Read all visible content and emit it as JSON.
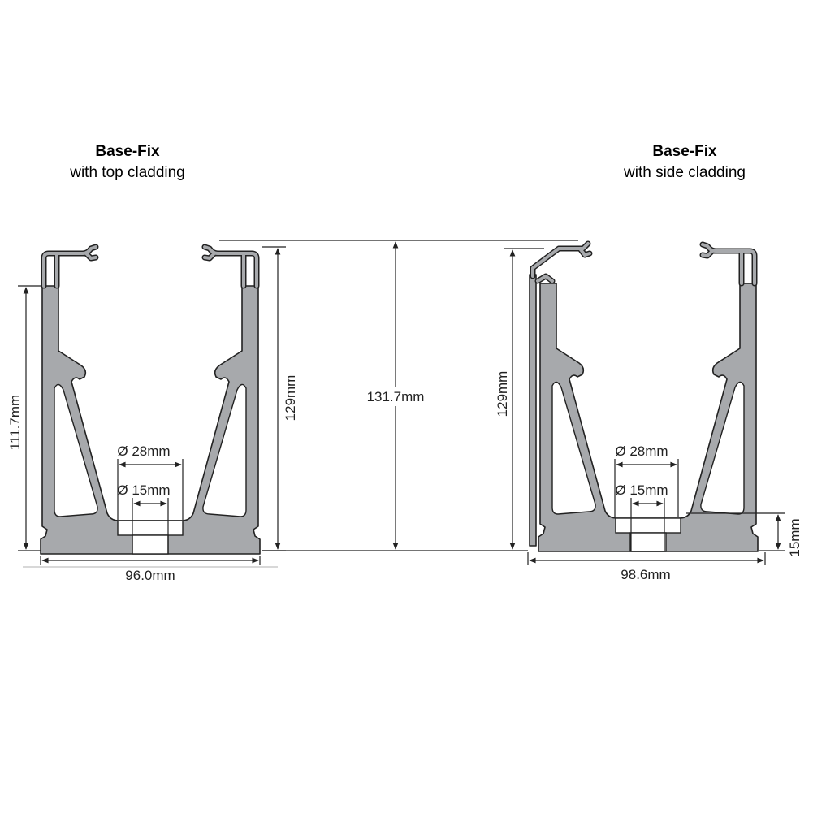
{
  "left_drawing": {
    "title": "Base-Fix",
    "subtitle": "with top cladding",
    "dims": {
      "height_inner": "111.7mm",
      "height": "129mm",
      "width": "96.0mm",
      "dia_outer": "Ø 28mm",
      "dia_inner": "Ø 15mm"
    }
  },
  "center_dim": "131.7mm",
  "right_drawing": {
    "title": "Base-Fix",
    "subtitle": "with side cladding",
    "dims": {
      "height": "129mm",
      "width": "98.6mm",
      "base_height": "15mm",
      "dia_outer": "Ø 28mm",
      "dia_inner": "Ø 15mm"
    }
  },
  "colors": {
    "profile_fill": "#a7a9ac",
    "line": "#222222"
  }
}
